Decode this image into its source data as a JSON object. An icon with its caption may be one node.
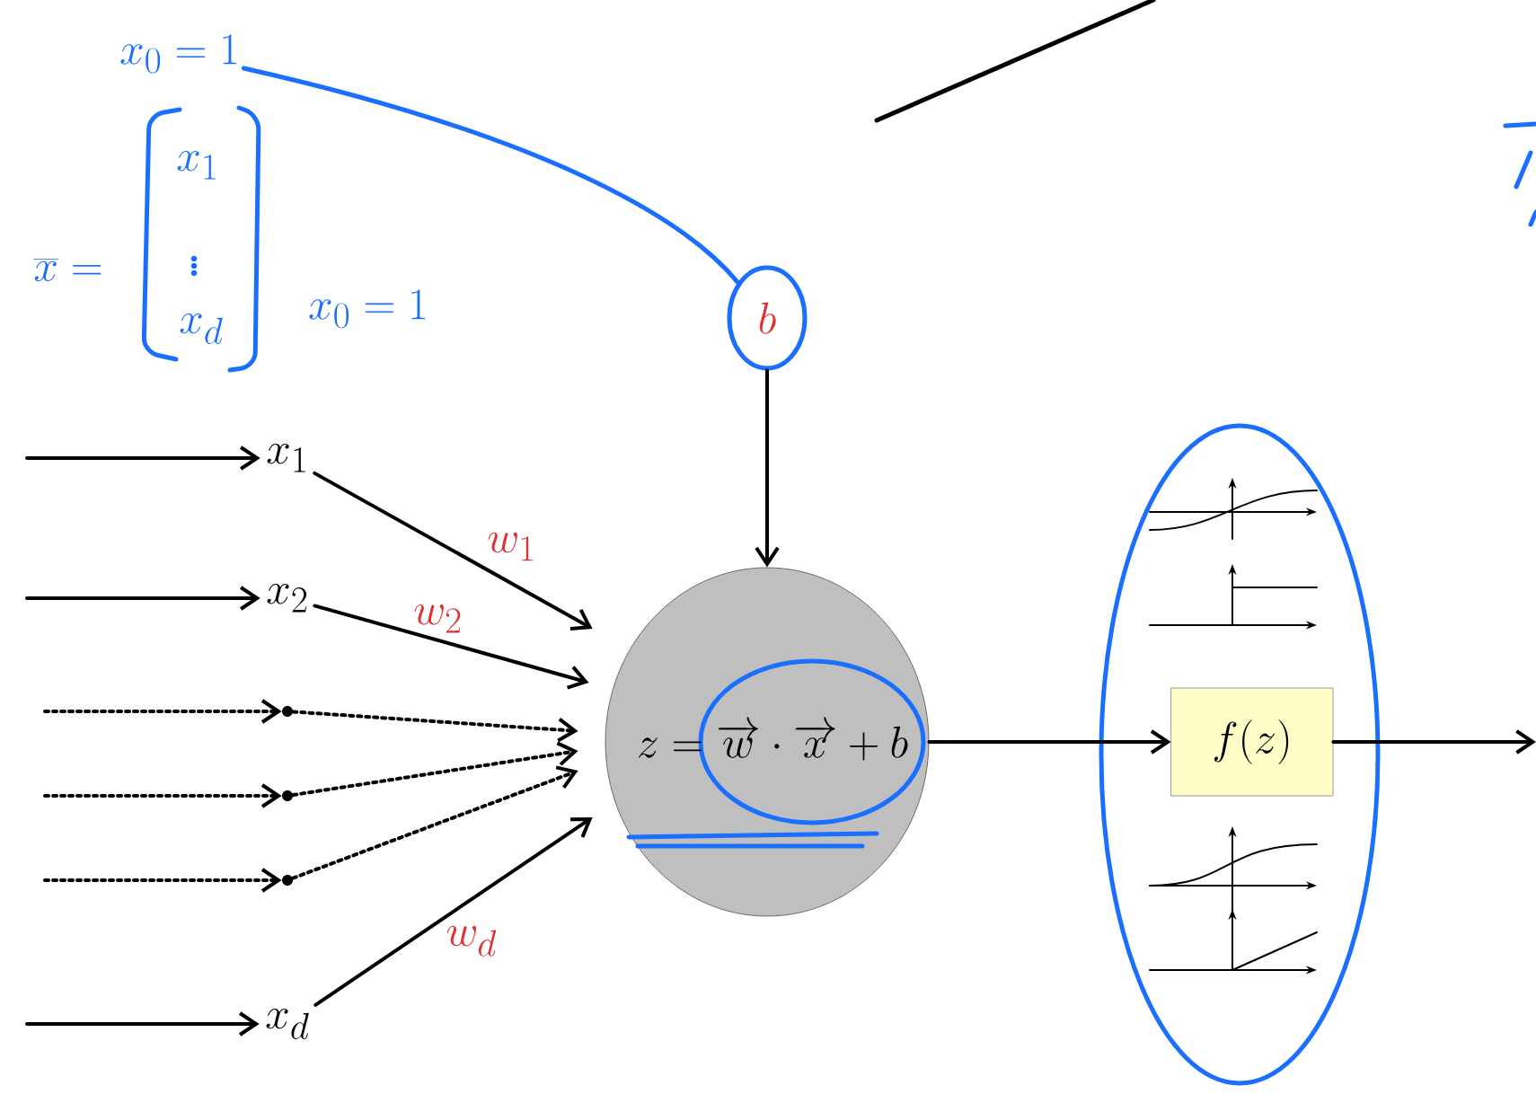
{
  "diagram": {
    "nodes": [
      {
        "text": [
          "x_0=1"
        ]
      },
      {
        "text": [
          "b"
        ]
      },
      {
        "text": [
          "x_1"
        ]
      },
      {
        "text": [
          "x_2"
        ]
      },
      {
        "text": [],
        "shape": "circle"
      },
      {
        "text": [],
        "shape": "circle"
      },
      {
        "text": [],
        "shape": "circle"
      },
      {
        "text": [
          "x_d"
        ]
      },
      {
        "text": [
          "z=\\overrightarrow{w}\\cdot\\overrightarrow{x}+b"
        ]
      },
      {
        "text": [],
        "shape": "ellipse"
      },
      {
        "text": [
          "f(z)"
        ],
        "in": 9
      }
    ],
    "edges": [
      {
        "from": 0,
        "to": 1,
        "arrow": "none",
        "color": "#1a6fff"
      },
      {
        "from": 1,
        "to": 8,
        "arrow": "to"
      },
      {
        "from": null,
        "to": 2,
        "arrow": "to"
      },
      {
        "from": null,
        "to": 3,
        "arrow": "to"
      },
      {
        "from": null,
        "to": 4,
        "arrow": "to",
        "style": "dashed"
      },
      {
        "from": null,
        "to": 5,
        "arrow": "to",
        "style": "dashed"
      },
      {
        "from": null,
        "to": 6,
        "arrow": "to",
        "style": "dashed"
      },
      {
        "from": null,
        "to": 7,
        "arrow": "to"
      },
      {
        "from": 2,
        "to": 8,
        "arrow": "to",
        "label": "w_1"
      },
      {
        "from": 3,
        "to": 8,
        "arrow": "to",
        "label": "w_2"
      },
      {
        "from": 4,
        "to": 8,
        "arrow": "to",
        "style": "dashed"
      },
      {
        "from": 5,
        "to": 8,
        "arrow": "to",
        "style": "dashed"
      },
      {
        "from": 6,
        "to": 8,
        "arrow": "to",
        "style": "dashed"
      },
      {
        "from": 7,
        "to": 8,
        "arrow": "to",
        "label": "w_d"
      },
      {
        "from": 8,
        "to": 10,
        "arrow": "to"
      },
      {
        "from": 10,
        "to": null,
        "arrow": "to"
      }
    ],
    "labels": [
      "\\overline{x}=",
      "x_1",
      "\\vdots",
      "x_d",
      "x_0=1"
    ]
  }
}
